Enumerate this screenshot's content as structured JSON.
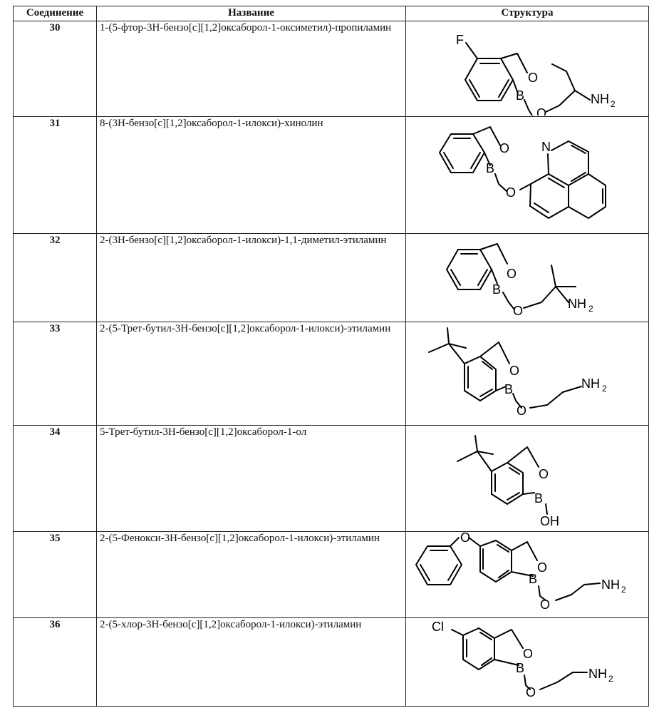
{
  "table": {
    "headers": {
      "compound": "Соединение",
      "name": "Название",
      "structure": "Структура"
    },
    "rows": [
      {
        "num": "30",
        "name": "1-(5-фтор-3H-бензо[c][1,2]оксаборол-1-оксиметил)-пропиламин",
        "atoms": [
          "F",
          "O",
          "B",
          "O",
          "NH",
          "2"
        ]
      },
      {
        "num": "31",
        "name": "8-(3H-бензо[c][1,2]оксаборол-1-илокси)-хинолин",
        "atoms": [
          "O",
          "N",
          "B",
          "O"
        ]
      },
      {
        "num": "32",
        "name": "2-(3H-бензо[c][1,2]оксаборол-1-илокси)-1,1-диметил-этиламин",
        "atoms": [
          "O",
          "B",
          "O",
          "NH",
          "2"
        ]
      },
      {
        "num": "33",
        "name": "2-(5-Трет-бутил-3H-бензо[c][1,2]оксаборол-1-илокси)-этиламин",
        "atoms": [
          "O",
          "NH",
          "2",
          "B",
          "O"
        ]
      },
      {
        "num": "34",
        "name": "5-Трет-бутил-3H-бензо[c][1,2]оксаборол-1-ол",
        "atoms": [
          "O",
          "B",
          "OH"
        ]
      },
      {
        "num": "35",
        "name": "2-(5-Фенокси-3H-бензо[c][1,2]оксаборол-1-илокси)-этиламин",
        "atoms": [
          "O",
          "O",
          "B",
          "O",
          "NH",
          "2"
        ]
      },
      {
        "num": "36",
        "name": "2-(5-хлор-3H-бензо[c][1,2]оксаборол-1-илокси)-этиламин",
        "atoms": [
          "Cl",
          "O",
          "B",
          "O",
          "NH",
          "2"
        ]
      }
    ]
  }
}
